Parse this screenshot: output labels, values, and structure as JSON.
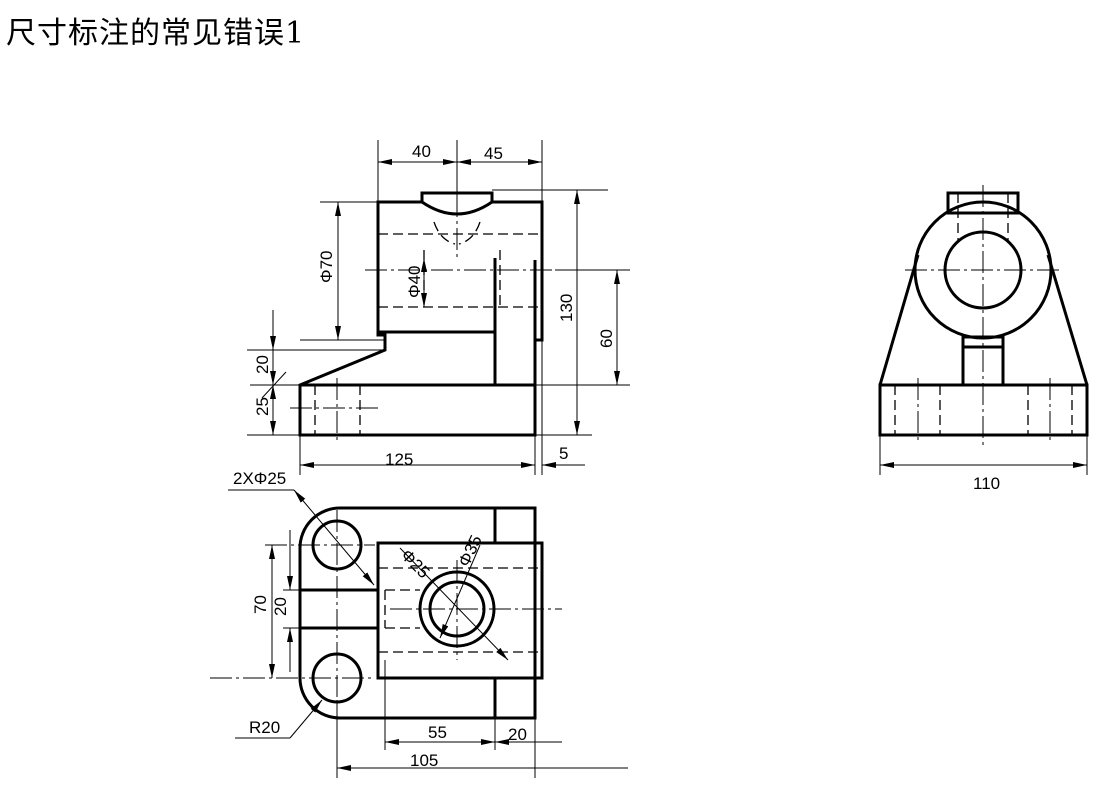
{
  "title": "尺寸标注的常见错误1",
  "front_view": {
    "top_width_left": "40",
    "top_width_right": "45",
    "bore_diameter": "Φ70",
    "hole_diameter": "Φ40",
    "height_total": "130",
    "height_center": "60",
    "step_height": "20",
    "base_height": "25",
    "base_length": "125",
    "offset": "5"
  },
  "side_view": {
    "width": "110"
  },
  "top_view": {
    "holes": "2XΦ25",
    "inner_diameter": "Φ25",
    "outer_diameter": "Φ35",
    "depth": "70",
    "slot_width": "20",
    "radius": "R20",
    "boss_length": "55",
    "tail_length": "20",
    "overall_length": "105"
  }
}
